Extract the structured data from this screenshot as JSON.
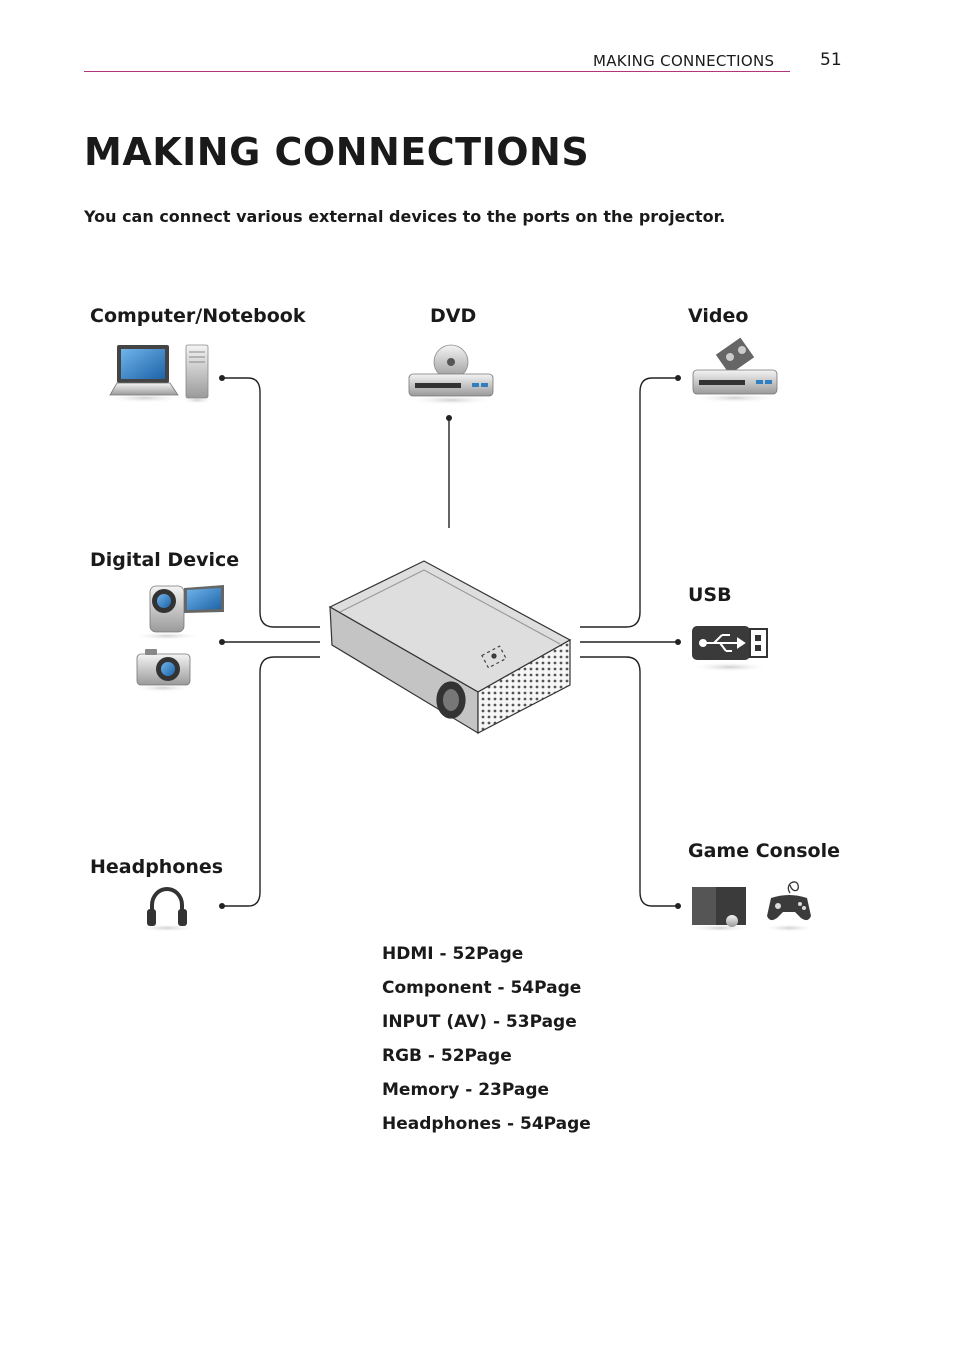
{
  "header": {
    "section_title": "MAKING CONNECTIONS",
    "page_number": "51"
  },
  "page_title": "MAKING CONNECTIONS",
  "intro_text": "You can connect various external devices to the ports on the projector.",
  "devices": {
    "computer": "Computer/Notebook",
    "dvd": "DVD",
    "video": "Video",
    "digital_device": "Digital Device",
    "usb": "USB",
    "headphones": "Headphones",
    "game_console": "Game Console"
  },
  "references": [
    "HDMI - 52Page",
    "Component - 54Page",
    "INPUT (AV) - 53Page",
    "RGB - 52Page",
    "Memory - 23Page",
    "Headphones - 54Page"
  ],
  "colors": {
    "accent_rule": "#b0357a",
    "icon_blue": "#2f7fc1"
  }
}
